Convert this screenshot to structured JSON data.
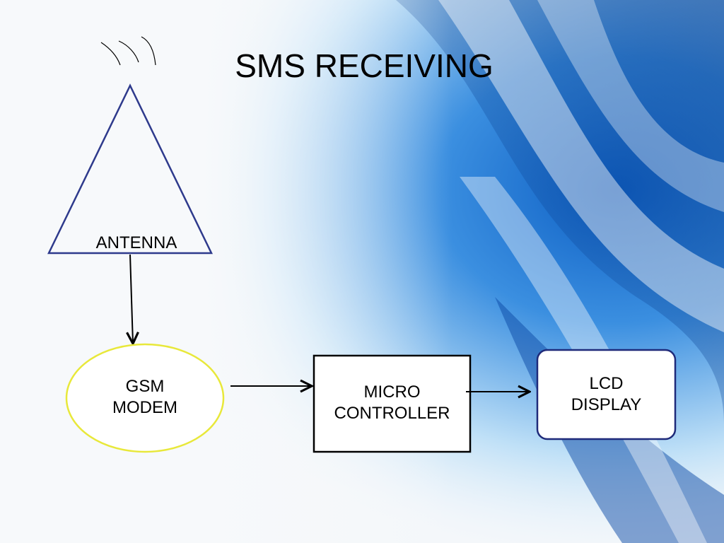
{
  "slide": {
    "title": "SMS RECEIVING"
  },
  "diagram": {
    "antenna": {
      "label": "ANTENNA"
    },
    "gsm_modem": {
      "label": "GSM\nMODEM"
    },
    "micro_controller": {
      "label": "MICRO\nCONTROLLER"
    },
    "lcd_display": {
      "label": "LCD\nDISPLAY"
    }
  },
  "colors": {
    "antenna_outline": "#2e3a8c",
    "modem_outline": "#e8e83a",
    "box_outline": "#000000",
    "lcd_outline": "#1f2a7a",
    "background_accent": "#1a6fd0"
  }
}
